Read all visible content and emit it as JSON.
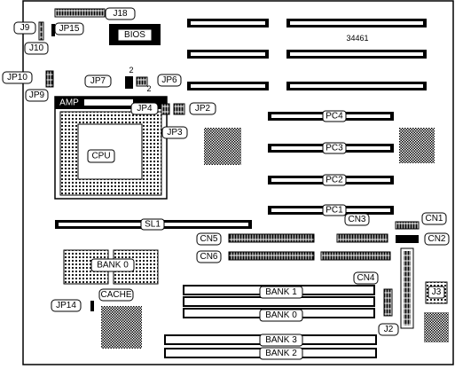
{
  "labels": {
    "j18": "J18",
    "j9": "J9",
    "jp15": "JP15",
    "j10": "J10",
    "bios": "BIOS",
    "part_no": "34461",
    "jp10": "JP10",
    "jp9": "JP9",
    "jp7": "JP7",
    "jp6": "JP6",
    "jp7_pin": "2",
    "jp6_pin": "2",
    "amp": "AMP",
    "jp4": "JP4",
    "jp2": "JP2",
    "jp3": "JP3",
    "cpu": "CPU",
    "pc4": "PC4",
    "pc3": "PC3",
    "pc2": "PC2",
    "pc1": "PC1",
    "sl1": "SL1",
    "cn3": "CN3",
    "cn1": "CN1",
    "cn5": "CN5",
    "cn2": "CN2",
    "cn6": "CN6",
    "cn4": "CN4",
    "bank0_cache": "BANK 0",
    "cache": "CACHE",
    "jp14": "JP14",
    "bank1": "BANK 1",
    "bank0": "BANK 0",
    "bank3": "BANK 3",
    "bank2": "BANK 2",
    "j2": "J2",
    "j3": "J3"
  }
}
